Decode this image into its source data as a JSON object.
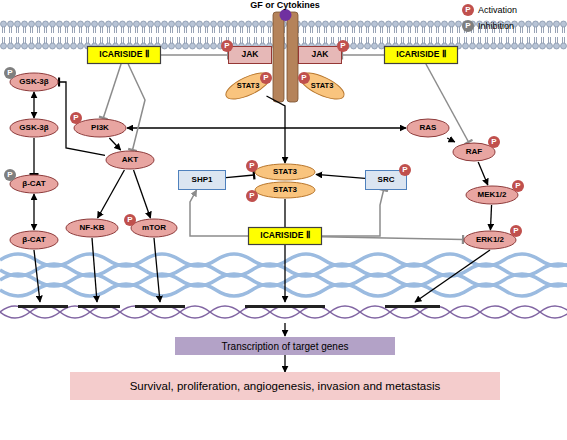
{
  "diagram": {
    "nodes": [
      {
        "text": [
          "GSK-3β"
        ]
      },
      {
        "text": [
          "GSK-3β"
        ]
      },
      {
        "text": [
          "β-CAT"
        ]
      },
      {
        "text": [
          "β-CAT"
        ]
      },
      {
        "text": [
          "ICARISIDE Ⅱ"
        ]
      },
      {
        "text": [
          "JAK"
        ]
      },
      {
        "text": [
          "JAK"
        ]
      },
      {
        "text": [
          "ICARISIDE Ⅱ"
        ]
      },
      {
        "text": [
          "STAT3"
        ]
      },
      {
        "text": [
          "STAT3"
        ]
      },
      {
        "text": [
          "PI3K"
        ]
      },
      {
        "text": [
          "AKT"
        ]
      },
      {
        "text": [
          "RAS"
        ]
      },
      {
        "text": [
          "RAF"
        ]
      },
      {
        "text": [
          "MEK1/2"
        ]
      },
      {
        "text": [
          "SHP1"
        ]
      },
      {
        "text": [
          "STAT3"
        ]
      },
      {
        "text": [
          "STAT3"
        ]
      },
      {
        "text": [
          "SRC"
        ]
      },
      {
        "text": [
          "ERK1/2"
        ]
      },
      {
        "text": [
          "NF-KB"
        ]
      },
      {
        "text": [
          "mTOR"
        ]
      },
      {
        "text": [
          "ICARISIDE Ⅱ"
        ]
      },
      {
        "text": [
          "Transcription of target genes"
        ]
      },
      {
        "text": [
          "Survival, proliferation, angiogenesis, invasion and metastasis"
        ]
      }
    ],
    "edges": [
      {
        "from": 0,
        "to": 1,
        "arrow": "both"
      },
      {
        "from": 2,
        "to": 3,
        "arrow": "both"
      },
      {
        "from": 1,
        "to": 2,
        "arrow": "to"
      },
      {
        "from": 11,
        "to": 0,
        "arrow": "to"
      },
      {
        "from": 10,
        "to": 11,
        "arrow": "to"
      },
      {
        "from": 10,
        "to": 12,
        "arrow": "both"
      },
      {
        "from": 8,
        "to": 16,
        "arrow": "to"
      },
      {
        "from": 12,
        "to": 13,
        "arrow": "to"
      },
      {
        "from": 13,
        "to": 14,
        "arrow": "to"
      },
      {
        "from": 14,
        "to": 19,
        "arrow": "to"
      },
      {
        "from": 4,
        "to": 5,
        "arrow": "to"
      },
      {
        "from": 7,
        "to": 6,
        "arrow": "to"
      },
      {
        "from": 4,
        "to": 10,
        "arrow": "to"
      },
      {
        "from": 4,
        "to": 11,
        "arrow": "to"
      },
      {
        "from": 7,
        "to": 13,
        "arrow": "to"
      },
      {
        "from": 15,
        "to": 16,
        "arrow": "to"
      },
      {
        "from": 18,
        "to": 16,
        "arrow": "to"
      },
      {
        "from": 22,
        "to": 15,
        "arrow": "to"
      },
      {
        "from": 22,
        "to": 18,
        "arrow": "to"
      },
      {
        "from": 22,
        "to": 19,
        "arrow": "to"
      },
      {
        "from": 11,
        "to": 20,
        "arrow": "to"
      },
      {
        "from": 11,
        "to": 21,
        "arrow": "to"
      },
      {
        "from": 23,
        "to": 24,
        "arrow": "to"
      }
    ],
    "labels": [
      "GF or Cytokines",
      "P",
      "P",
      "P",
      "P",
      "P",
      "P",
      "P",
      "P",
      "P",
      "P",
      "P",
      "P",
      "P",
      "P",
      "P",
      "P"
    ],
    "legend": [
      {
        "text": "Activation"
      },
      {
        "text": "Inhibition"
      }
    ]
  }
}
